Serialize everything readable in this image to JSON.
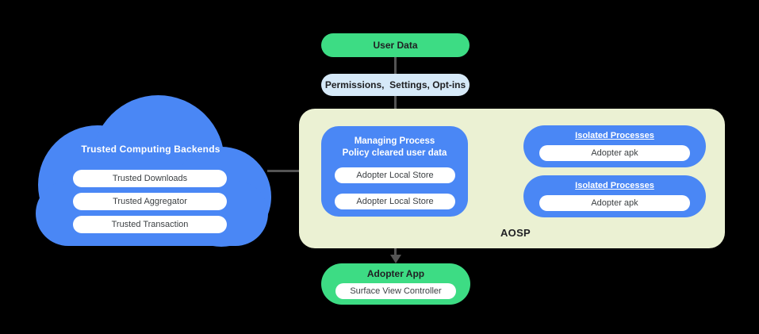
{
  "colors": {
    "background": "#000000",
    "node_blue": "#4a87f5",
    "node_green": "#3ddc84",
    "pill_light_blue": "#d6e9f8",
    "aosp_container_bg": "#ebf1d3",
    "connector_gray": "#545454",
    "pill_text": "#3c4043",
    "dark_text": "#202124"
  },
  "cloud": {
    "title": "Trusted Computing Backends",
    "items": [
      {
        "label": "Trusted Downloads"
      },
      {
        "label": "Trusted Aggregator"
      },
      {
        "label": "Trusted Transaction"
      }
    ]
  },
  "top_flow": {
    "user_data_label": "User Data",
    "permissions_label": "Permissions,  Settings, Opt-ins"
  },
  "aosp": {
    "label": "AOSP",
    "managing_process": {
      "title_line1": "Managing Process",
      "title_line2": "Policy cleared user data",
      "stores": [
        "Adopter Local Store",
        "Adopter Local Store"
      ]
    },
    "isolated_processes": [
      {
        "title": "Isolated Processes",
        "item": "Adopter apk"
      },
      {
        "title": "Isolated Processes",
        "item": "Adopter apk"
      }
    ]
  },
  "adopter_app": {
    "title": "Adopter App",
    "item": "Surface View Controller"
  }
}
